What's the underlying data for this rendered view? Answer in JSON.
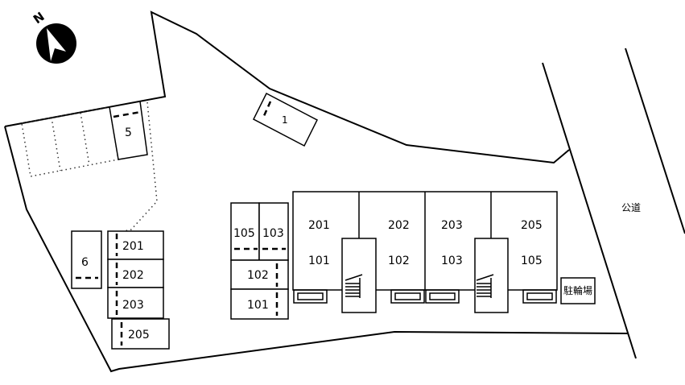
{
  "compass": {
    "letter": "N",
    "icon": "north-arrow-icon"
  },
  "road": {
    "label": "公道"
  },
  "bike_parking": {
    "label": "駐輪場"
  },
  "building": {
    "rooms_upper": [
      "201",
      "202",
      "203",
      "205"
    ],
    "rooms_lower": [
      "101",
      "102",
      "103",
      "105"
    ]
  },
  "parking": {
    "p1": "1",
    "p5": "5",
    "p6": "6",
    "left_column": [
      "201",
      "202",
      "203",
      "205"
    ],
    "center_top": [
      "105",
      "103"
    ],
    "center_rows": [
      "102",
      "101"
    ]
  }
}
